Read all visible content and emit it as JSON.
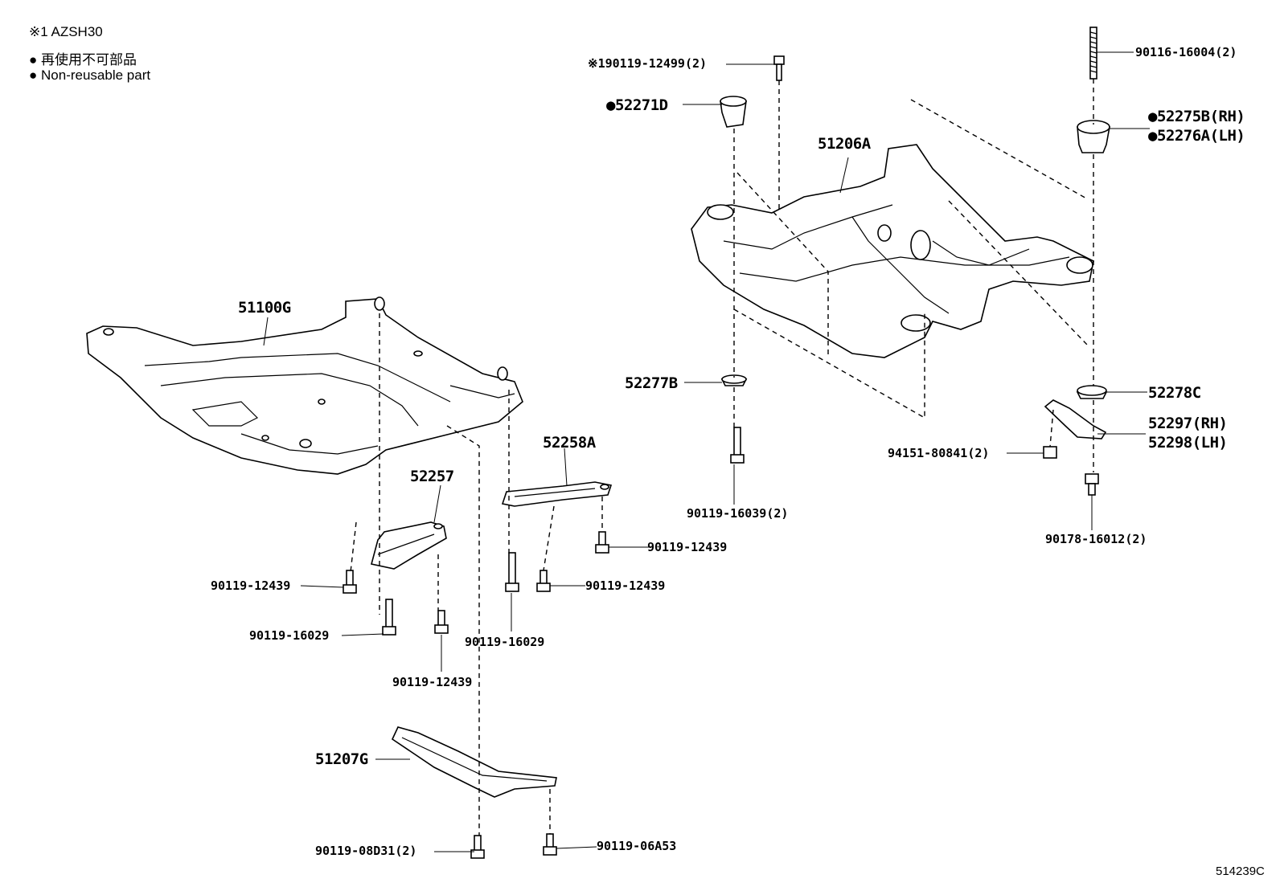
{
  "legend": {
    "note_ref": "※1 AZSH30",
    "bullet": "●",
    "non_reusable_jp": "再使用不可部品",
    "non_reusable_en": "Non-reusable part"
  },
  "figure_code": "514239C",
  "parts": {
    "p51100G": "51100G",
    "p52257": "52257",
    "p52258A": "52258A",
    "p51207G": "51207G",
    "p90119_12439_a": "90119-12439",
    "p90119_16029_a": "90119-16029",
    "p90119_12439_b": "90119-12439",
    "p90119_16029_b": "90119-16029",
    "p90119_12439_c": "90119-12439",
    "p90119_12439_d": "90119-12439",
    "p90119_08D31": "90119-08D31(2)",
    "p90119_06A53": "90119-06A53",
    "p90119_12499": "※190119-12499(2)",
    "p52271D": "●52271D",
    "p51206A": "51206A",
    "p52277B": "52277B",
    "p90119_16039": "90119-16039(2)",
    "p90116_16004": "90116-16004(2)",
    "p52275B": "●52275B(RH)",
    "p52276A": "●52276A(LH)",
    "p52278C": "52278C",
    "p52297": "52297(RH)",
    "p52298": "52298(LH)",
    "p94151_80841": "94151-80841(2)",
    "p90178_16012": "90178-16012(2)"
  }
}
